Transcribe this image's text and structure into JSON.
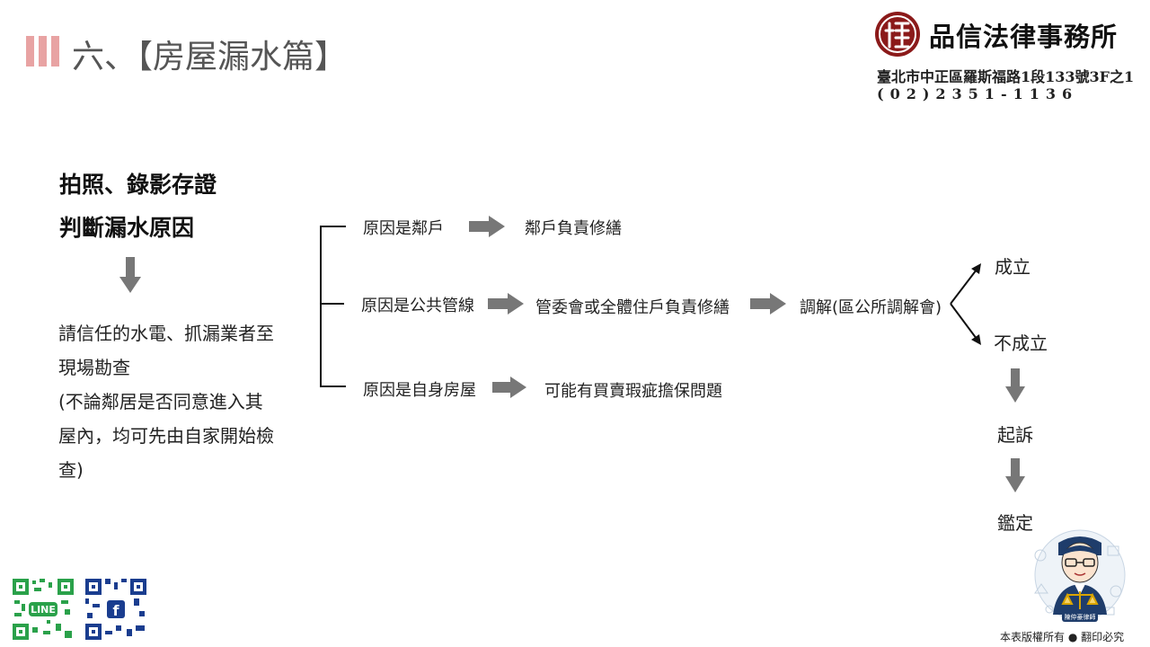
{
  "header": {
    "title": "六、【房屋漏水篇】",
    "firm_name": "品信法律事務所",
    "firm_address": "臺北市中正區羅斯福路1段133號3F之1",
    "firm_phone": "(02)2351-1136"
  },
  "left_column": {
    "step1": "拍照、錄影存證",
    "step2": "判斷漏水原因",
    "step3_lines": [
      "請信任的水電、抓漏業者至",
      "現場勘查",
      "(不論鄰居是否同意進入其",
      "屋內，均可先由自家開始檢",
      "查)"
    ]
  },
  "branches": [
    {
      "cause": "原因是鄰戶",
      "result": "鄰戶負責修繕"
    },
    {
      "cause": "原因是公共管線",
      "result": "管委會或全體住戶負責修繕",
      "next": "調解(區公所調解會)"
    },
    {
      "cause": "原因是自身房屋",
      "result": "可能有買賣瑕疵擔保問題"
    }
  ],
  "mediation_outcomes": {
    "success": "成立",
    "failure": "不成立",
    "sue": "起訴",
    "appraisal": "鑑定"
  },
  "footer": {
    "copyright": "本表版權所有 ● 翻印必究",
    "qr_line_label": "LINE",
    "qr_fb_label": "f",
    "mascot_caption": "陳仲豪律師"
  },
  "colors": {
    "accent_bars": "#e8a3a3",
    "logo_red": "#8b1a1a",
    "arrow_gray": "#777777",
    "qr_line_green": "#2aa14a",
    "qr_fb_blue": "#1a3d8f"
  }
}
